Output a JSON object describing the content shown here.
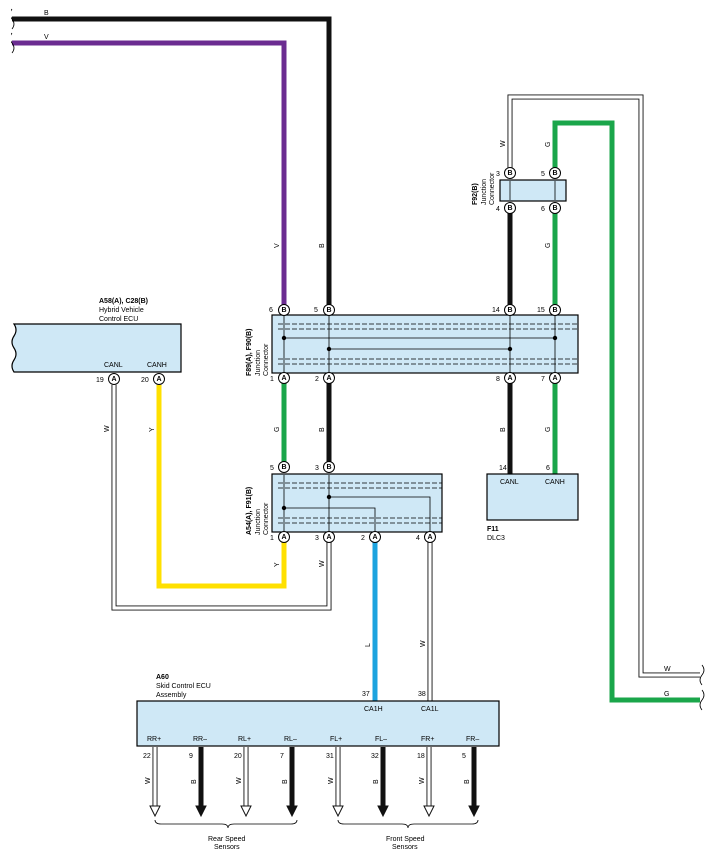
{
  "wire_colors": {
    "B": "#111111",
    "V": "#6b2c91",
    "G": "#1aa64a",
    "Y": "#ffe000",
    "L": "#1ca3df",
    "W": "#ffffff"
  },
  "box_fill": "#cfe8f6",
  "top_wires": {
    "b": "B",
    "v": "V"
  },
  "right_wires": {
    "w": "W",
    "g": "G"
  },
  "components": {
    "hv_ecu": {
      "id": "A58(A), C28(B)",
      "name1": "Hybrid Vehicle",
      "name2": "Control ECU",
      "canl": "CANL",
      "canh": "CANH",
      "pin19": "19",
      "pin20": "20",
      "conn": "A"
    },
    "f89": {
      "id": "F89(A), F90(B)",
      "sub1": "Junction",
      "sub2": "Connector",
      "top_pins": [
        "6",
        "5",
        "14",
        "15"
      ],
      "bottom_pins": [
        "1",
        "2",
        "8",
        "7"
      ],
      "top_conn": "B",
      "bottom_conn": "A"
    },
    "f92": {
      "id": "F92(B)",
      "sub1": "Junction",
      "sub2": "Connector",
      "top_pins": [
        "3",
        "5"
      ],
      "bottom_pins": [
        "4",
        "6"
      ],
      "conn": "B"
    },
    "a54": {
      "id": "A54(A), F91(B)",
      "sub1": "Junction",
      "sub2": "Connector",
      "top_pins": [
        "5",
        "3"
      ],
      "bottom_pins": [
        "1",
        "3",
        "2",
        "4"
      ],
      "top_conn": "B",
      "bottom_conn": "A"
    },
    "dlc3": {
      "id": "F11",
      "name": "DLC3",
      "canl": "CANL",
      "canh": "CANH",
      "pin14": "14",
      "pin6": "6"
    },
    "skid": {
      "id": "A60",
      "name1": "Skid Control ECU",
      "name2": "Assembly",
      "ca1h": "CA1H",
      "ca1l": "CA1L",
      "pin37": "37",
      "pin38": "38",
      "sensors": [
        {
          "label": "RR+",
          "pin": "22",
          "wire": "W"
        },
        {
          "label": "RR–",
          "pin": "9",
          "wire": "B"
        },
        {
          "label": "RL+",
          "pin": "20",
          "wire": "W"
        },
        {
          "label": "RL–",
          "pin": "7",
          "wire": "B"
        },
        {
          "label": "FL+",
          "pin": "31",
          "wire": "W"
        },
        {
          "label": "FL–",
          "pin": "32",
          "wire": "B"
        },
        {
          "label": "FR+",
          "pin": "18",
          "wire": "W"
        },
        {
          "label": "FR–",
          "pin": "5",
          "wire": "B"
        }
      ]
    }
  },
  "wire_labels": {
    "v_upper": "V",
    "b_upper": "B",
    "g_f89_a54": "G",
    "b_f89_a54": "B",
    "y_ecu": "Y",
    "w_ecu": "W",
    "y_a54": "Y",
    "w_a54": "W",
    "l_skid": "L",
    "w_skid": "W",
    "w_f92": "W",
    "g_f92": "G",
    "g_f92_f89": "G",
    "b_f89_dlc": "B",
    "g_f89_dlc": "G"
  },
  "groups": {
    "rear1": "Rear Speed",
    "rear2": "Sensors",
    "front1": "Front Speed",
    "front2": "Sensors"
  }
}
